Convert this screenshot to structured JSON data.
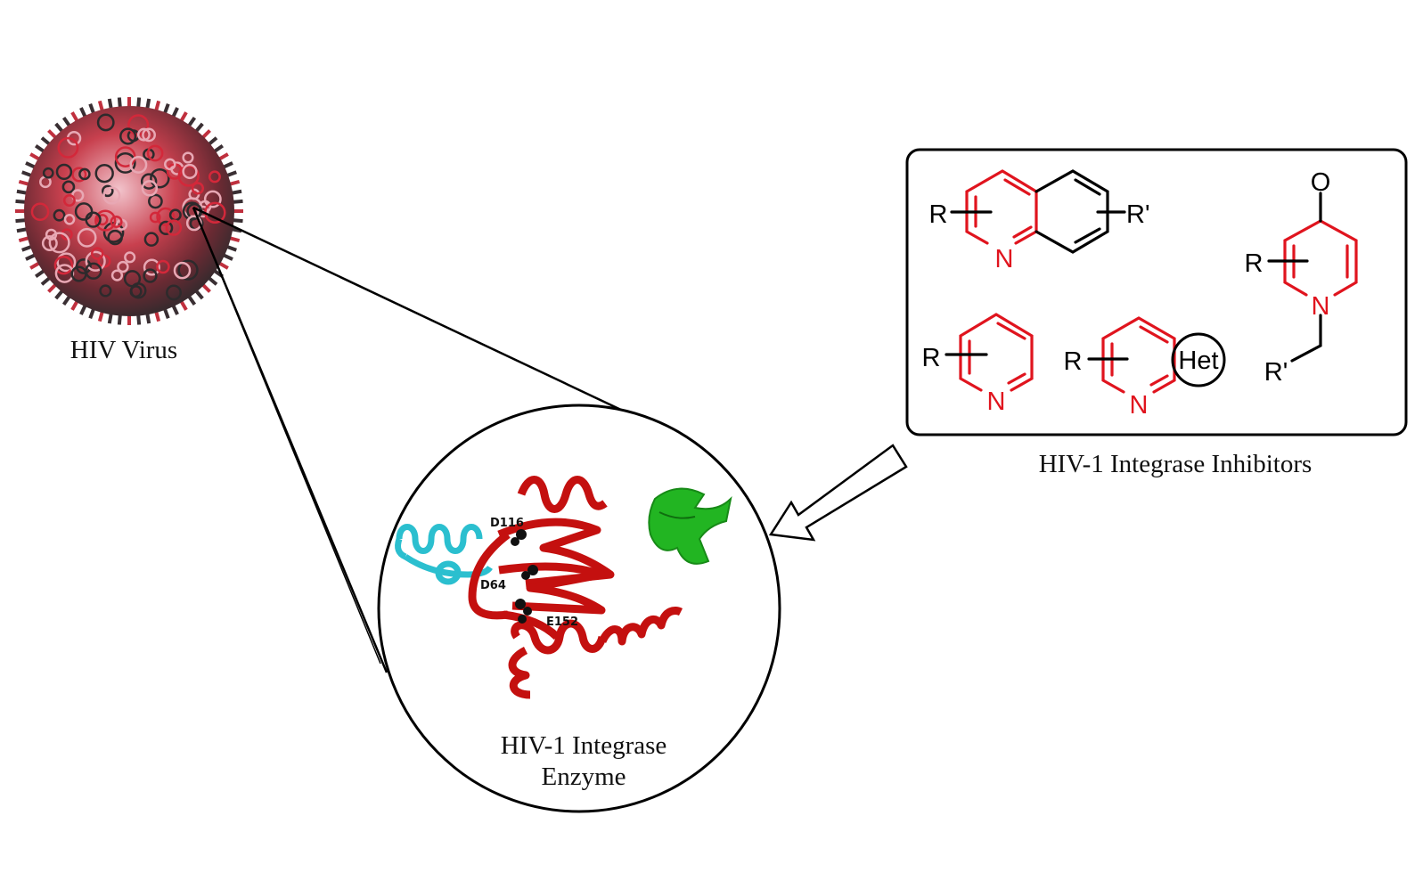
{
  "virus": {
    "label": "HIV Virus"
  },
  "enzyme": {
    "label_line1": "HIV-1 Integrase",
    "label_line2": "Enzyme",
    "residues": [
      "D116",
      "D64",
      "E152"
    ]
  },
  "inhibitors": {
    "label": "HIV-1 Integrase Inhibitors",
    "substituent_r": "R",
    "substituent_r_prime": "R'",
    "nitrogen": "N",
    "oxygen": "O",
    "heterocycle": "Het"
  },
  "colors": {
    "scaffold": "#e0141e",
    "protein_main": "#c4100f",
    "protein_n_domain": "#2bbfcf",
    "protein_c_domain": "#22b522"
  }
}
